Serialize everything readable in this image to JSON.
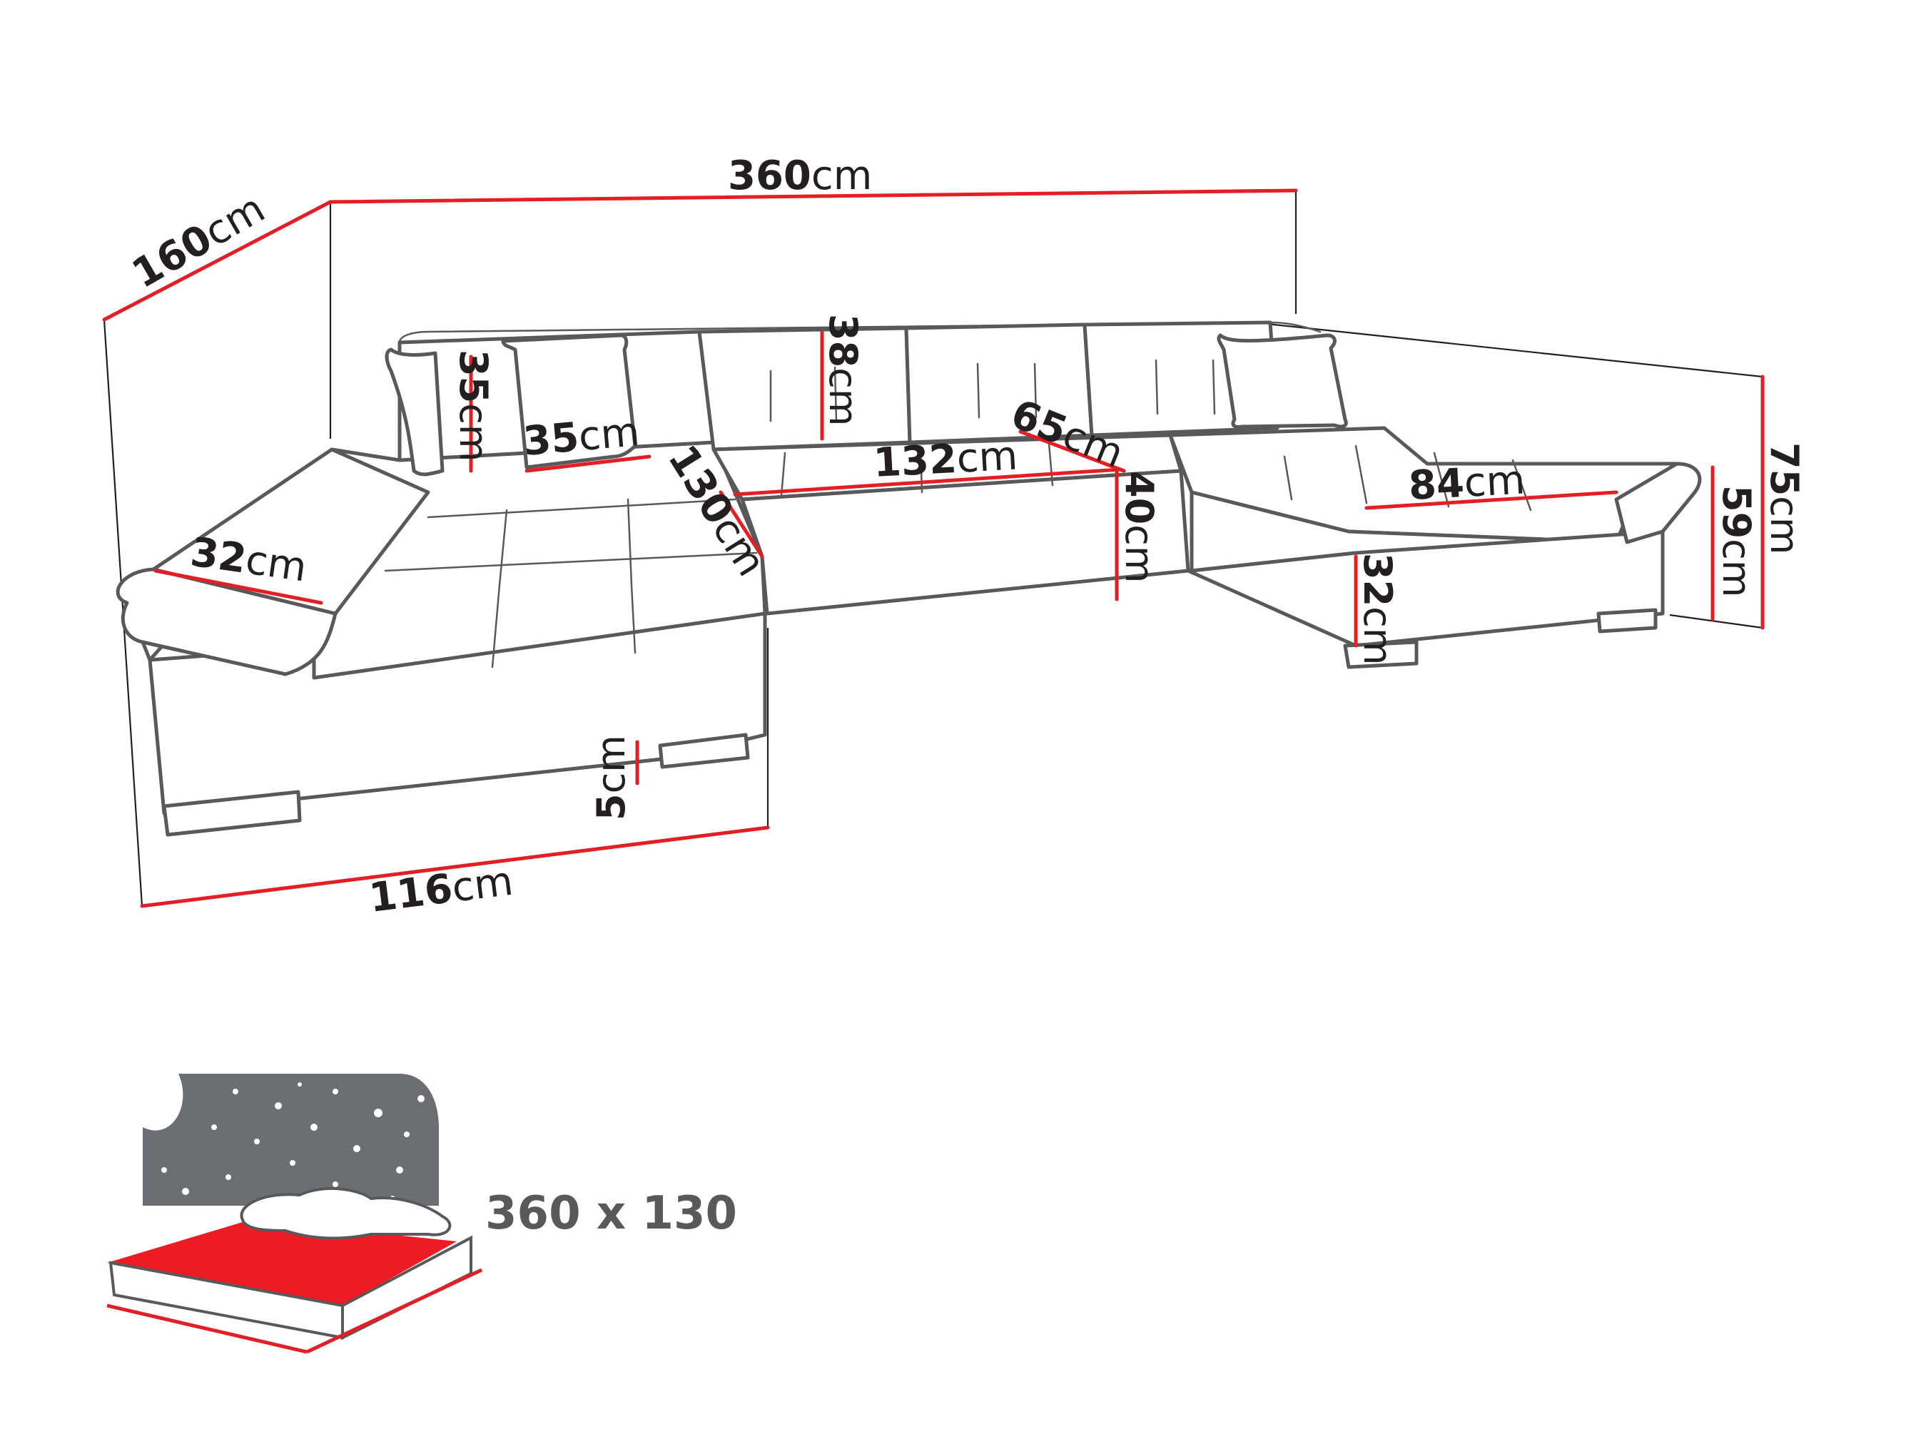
{
  "unit": "cm",
  "dimensions": {
    "overall_width": "360",
    "overall_depth": "160",
    "chaise_front_width": "116",
    "cushion_height": "35",
    "cushion_width": "35",
    "back_cushion_height": "38",
    "armrest_width": "32",
    "chaise_length": "130",
    "middle_seat_width": "132",
    "seat_depth": "65",
    "seat_height": "40",
    "right_chaise_width": "84",
    "right_base_height": "32",
    "leg_height": "5",
    "seat_height_side": "59",
    "overall_height": "75"
  },
  "bed": {
    "size_label": "360 x 130"
  },
  "colors": {
    "accent": "#e31e24",
    "outline": "#58595b",
    "text": "#231f20",
    "bed_mattress": "#ed1c24",
    "night_sky": "#6d6e71"
  }
}
